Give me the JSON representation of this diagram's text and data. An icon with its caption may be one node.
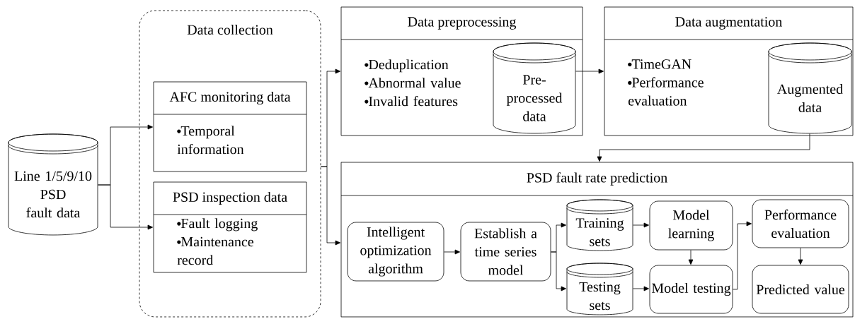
{
  "diagram": {
    "nodes": [
      {
        "text": [
          "Data collection"
        ]
      },
      {
        "text": [
          "Line 1/5/9/10 PSD fault data"
        ]
      },
      {
        "text": [
          "AFC monitoring data",
          "Temporal information"
        ],
        "in": 0
      },
      {
        "text": [
          "PSD inspection data",
          "Fault logging",
          "Maintenance record"
        ],
        "in": 0
      },
      {
        "text": [
          "Data preprocessing",
          "Deduplication",
          "Abnormal value",
          "Invalid features"
        ]
      },
      {
        "text": [
          "Pre-processed data"
        ],
        "in": 4
      },
      {
        "text": [
          "Data augmentation",
          "TimeGAN",
          "Performance evaluation"
        ]
      },
      {
        "text": [
          "Augmented data"
        ],
        "in": 6
      },
      {
        "text": [
          "PSD fault rate prediction"
        ]
      },
      {
        "text": [
          "Intelligent optimization algorithm"
        ],
        "in": 8
      },
      {
        "text": [
          "Establish a time series model"
        ],
        "in": 8
      },
      {
        "text": [
          "Training sets"
        ],
        "in": 8
      },
      {
        "text": [
          "Testing sets"
        ],
        "in": 8
      },
      {
        "text": [
          "Model learning"
        ],
        "in": 8
      },
      {
        "text": [
          "Model testing"
        ],
        "in": 8
      },
      {
        "text": [
          "Performance evaluation"
        ],
        "in": 8
      },
      {
        "text": [
          "Predicted value"
        ],
        "in": 8
      }
    ],
    "edges": [
      {
        "from": 1,
        "to": 2,
        "arrow": "to"
      },
      {
        "from": 1,
        "to": 3,
        "arrow": "to"
      },
      {
        "from": 0,
        "to": 4,
        "arrow": "to"
      },
      {
        "from": 0,
        "to": 8,
        "arrow": "to"
      },
      {
        "from": 5,
        "to": 6,
        "arrow": "to"
      },
      {
        "from": 7,
        "to": 8,
        "arrow": "to"
      },
      {
        "from": 9,
        "to": 10,
        "arrow": "to"
      },
      {
        "from": 10,
        "to": 11,
        "arrow": "to"
      },
      {
        "from": 10,
        "to": 12,
        "arrow": "to"
      },
      {
        "from": 11,
        "to": 13,
        "arrow": "to"
      },
      {
        "from": 12,
        "to": 14,
        "arrow": "to"
      },
      {
        "from": 13,
        "to": 14,
        "arrow": "to"
      },
      {
        "from": 14,
        "to": 15,
        "arrow": "to"
      },
      {
        "from": 15,
        "to": 16,
        "arrow": "to"
      }
    ]
  }
}
